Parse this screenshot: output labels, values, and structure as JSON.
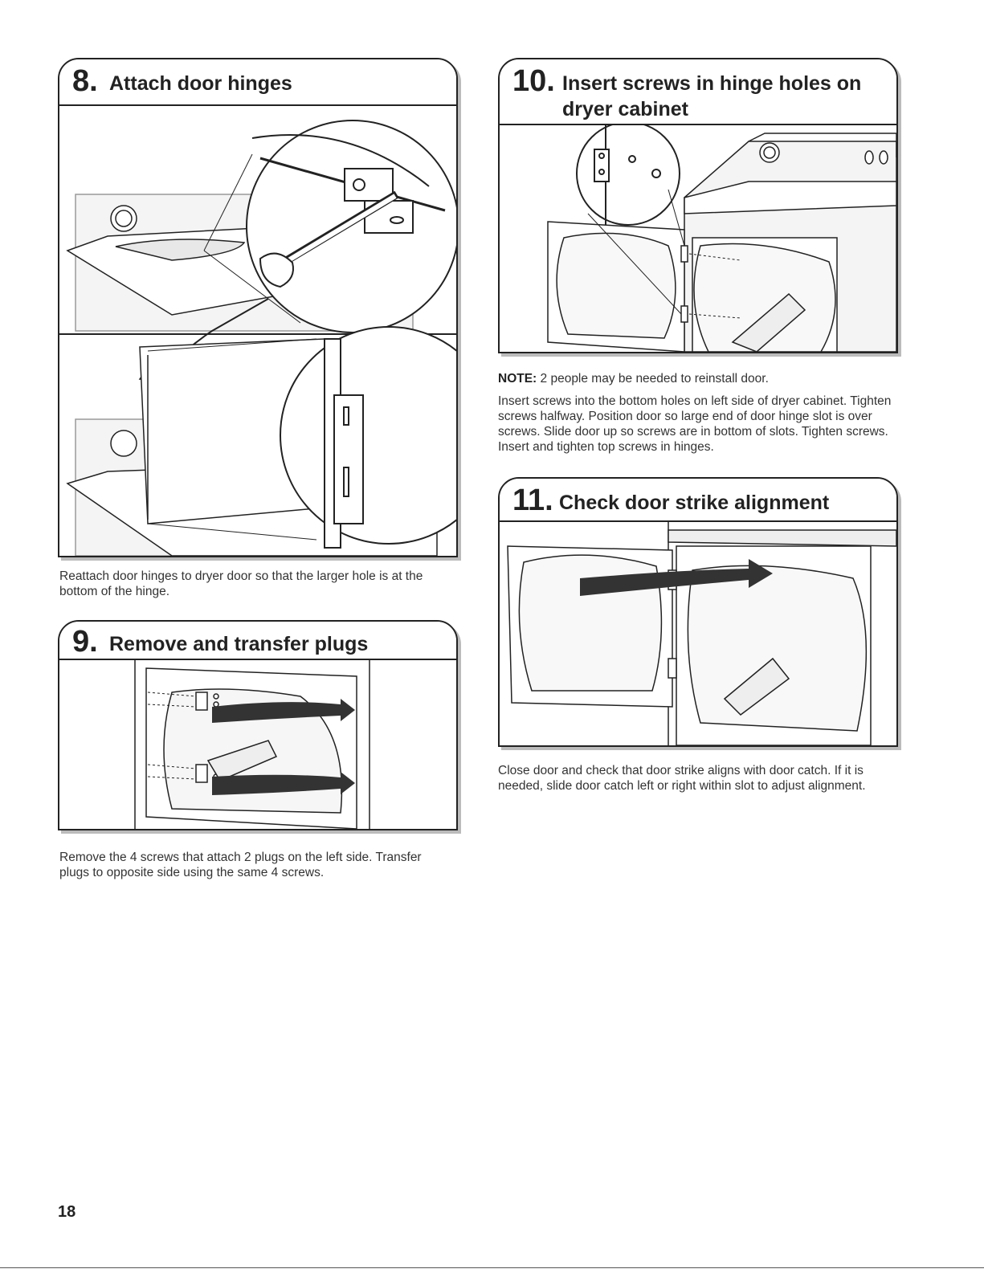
{
  "page_number": "18",
  "steps": [
    {
      "number": "8.",
      "title": "Attach door hinges",
      "caption": "Reattach door hinges to dryer door so that the larger hole is at the bottom of the hinge."
    },
    {
      "number": "9.",
      "title": "Remove and transfer plugs",
      "caption": "Remove the 4 screws that attach 2 plugs on the left side. Transfer plugs to opposite side using the same 4 screws."
    },
    {
      "number": "10.",
      "title_line1": "Insert screws in hinge holes on",
      "title_line2": "dryer cabinet",
      "note_label": "NOTE:",
      "note_text": " 2 people may be needed to reinstall door.",
      "caption": "Insert screws into the bottom holes on left side of dryer cabinet. Tighten screws halfway. Position door so large end of door hinge slot is over screws. Slide door up so screws are in bottom of slots. Tighten screws. Insert and tighten top screws in hinges."
    },
    {
      "number": "11.",
      "title": "Check door strike alignment",
      "caption": "Close door and check that door strike aligns with door catch. If it is needed, slide door catch left or right within slot to adjust alignment."
    }
  ]
}
